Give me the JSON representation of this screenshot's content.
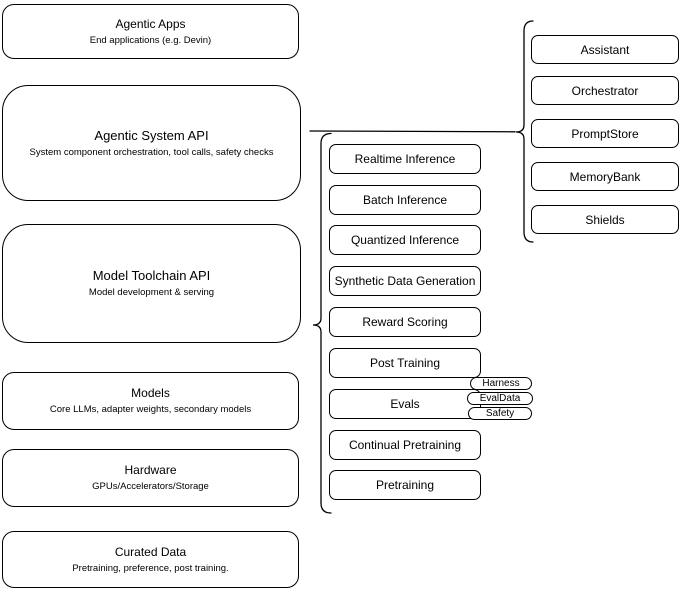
{
  "diagram": {
    "layers": [
      {
        "title": "Agentic Apps",
        "subtitle": "End applications (e.g. Devin)"
      },
      {
        "title": "Agentic System API",
        "subtitle": "System component orchestration, tool calls, safety checks"
      },
      {
        "title": "Model Toolchain API",
        "subtitle": "Model development & serving"
      },
      {
        "title": "Models",
        "subtitle": "Core LLMs, adapter weights, secondary models"
      },
      {
        "title": "Hardware",
        "subtitle": "GPUs/Accelerators/Storage"
      },
      {
        "title": "Curated Data",
        "subtitle": "Pretraining, preference, post training."
      }
    ],
    "toolchain_services": [
      "Realtime Inference",
      "Batch Inference",
      "Quantized Inference",
      "Synthetic Data Generation",
      "Reward Scoring",
      "Post Training",
      "Evals",
      "Continual Pretraining",
      "Pretraining"
    ],
    "evals_tags": [
      "Harness",
      "EvalData",
      "Safety"
    ],
    "system_components": [
      "Assistant",
      "Orchestrator",
      "PromptStore",
      "MemoryBank",
      "Shields"
    ],
    "colors": {
      "stroke": "#000000",
      "fill": "#ffffff",
      "text": "#000000",
      "canvas": "#ffffff"
    }
  }
}
